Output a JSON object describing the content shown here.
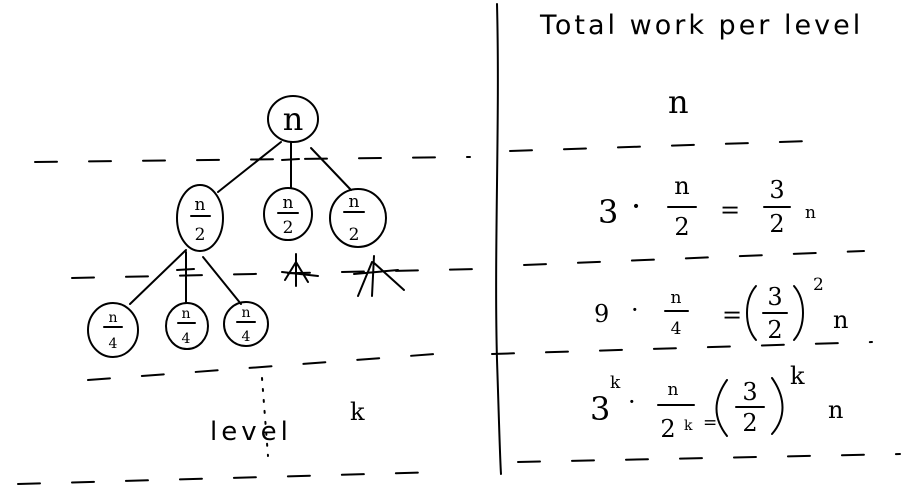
{
  "tree": {
    "root": {
      "label": "n"
    },
    "level1": {
      "numerator": "n",
      "denominator": "2"
    },
    "level2": {
      "numerator": "n",
      "denominator": "4"
    },
    "level_caption": "level",
    "level_variable": "k"
  },
  "work_table": {
    "title": "Total work per level",
    "row0": {
      "expr": "n"
    },
    "row1": {
      "coef": "3",
      "dot": "·",
      "frac_num": "n",
      "frac_den": "2",
      "eq": "=",
      "rhs_num": "3",
      "rhs_den": "2",
      "var": "n"
    },
    "row2": {
      "coef": "9",
      "dot": "·",
      "frac_num": "n",
      "frac_den": "4",
      "eq": "=",
      "paren_num": "3",
      "paren_den": "2",
      "exp": "2",
      "var": "n"
    },
    "row3": {
      "coef": "3",
      "coef_exp": "k",
      "dot": "·",
      "frac_num": "n",
      "frac_den": "2",
      "frac_den_exp": "k",
      "eq": "=",
      "paren_num": "3",
      "paren_den": "2",
      "exp": "k",
      "var": "n"
    }
  }
}
